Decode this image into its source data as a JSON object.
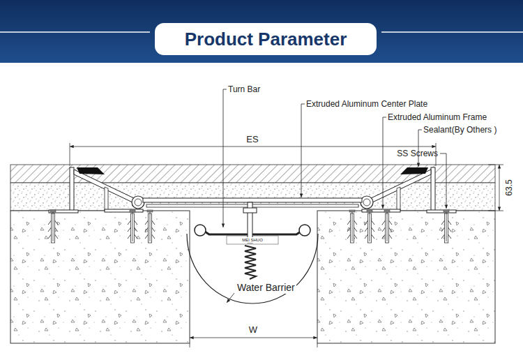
{
  "diagram": {
    "title": "Product Parameter",
    "labels": [
      "Turn Bar",
      "Extruded Aluminum Center Plate",
      "Extruded Aluminum Frame",
      "Sealant(By Others )",
      "ES",
      "SS Screws",
      "63.5",
      "Water Barrier",
      "W",
      "MEI SHUO"
    ]
  }
}
